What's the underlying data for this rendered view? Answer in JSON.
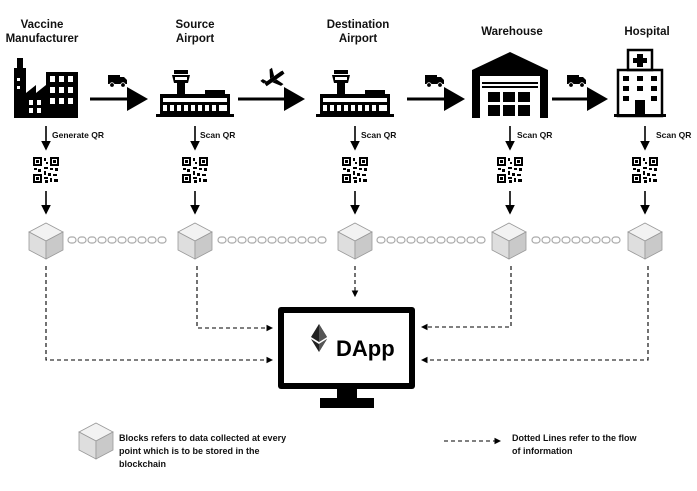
{
  "stages": [
    {
      "name": "Vaccine\nManufacturer",
      "qr_action": "Generate QR"
    },
    {
      "name": "Source\nAirport",
      "qr_action": "Scan QR"
    },
    {
      "name": "Destination\nAirport",
      "qr_action": "Scan QR"
    },
    {
      "name": "Warehouse",
      "qr_action": "Scan QR"
    },
    {
      "name": "Hospital",
      "qr_action": "Scan QR"
    }
  ],
  "transports": [
    "truck-icon",
    "airplane-icon",
    "truck-icon",
    "truck-icon"
  ],
  "dapp_label": "DApp",
  "legend": {
    "block_text": "Blocks refers to data collected at every point which is to be stored in the blockchain",
    "dotted_text": "Dotted Lines refer to the flow of information"
  }
}
